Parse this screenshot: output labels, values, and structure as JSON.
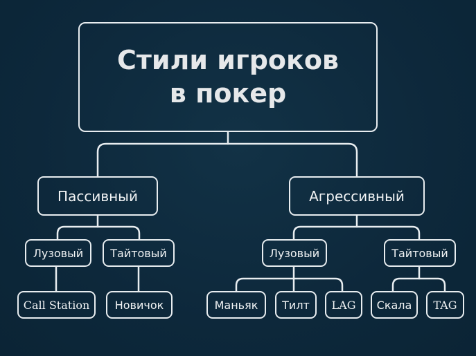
{
  "title": {
    "line1": "Стили игроков",
    "line2": "в покер"
  },
  "branches": {
    "passive": {
      "label": "Пассивный",
      "loose": {
        "label": "Лузовый",
        "children": [
          "Call Station"
        ]
      },
      "tight": {
        "label": "Тайтовый",
        "children": [
          "Новичок"
        ]
      }
    },
    "aggressive": {
      "label": "Агрессивный",
      "loose": {
        "label": "Лузовый",
        "children": [
          "Маньяк",
          "Тилт",
          "LAG"
        ]
      },
      "tight": {
        "label": "Тайтовый",
        "children": [
          "Скала",
          "TAG"
        ]
      }
    }
  },
  "colors": {
    "background": "#0e2a3d",
    "line": "#e8edf0",
    "text": "#f2f4f5"
  }
}
